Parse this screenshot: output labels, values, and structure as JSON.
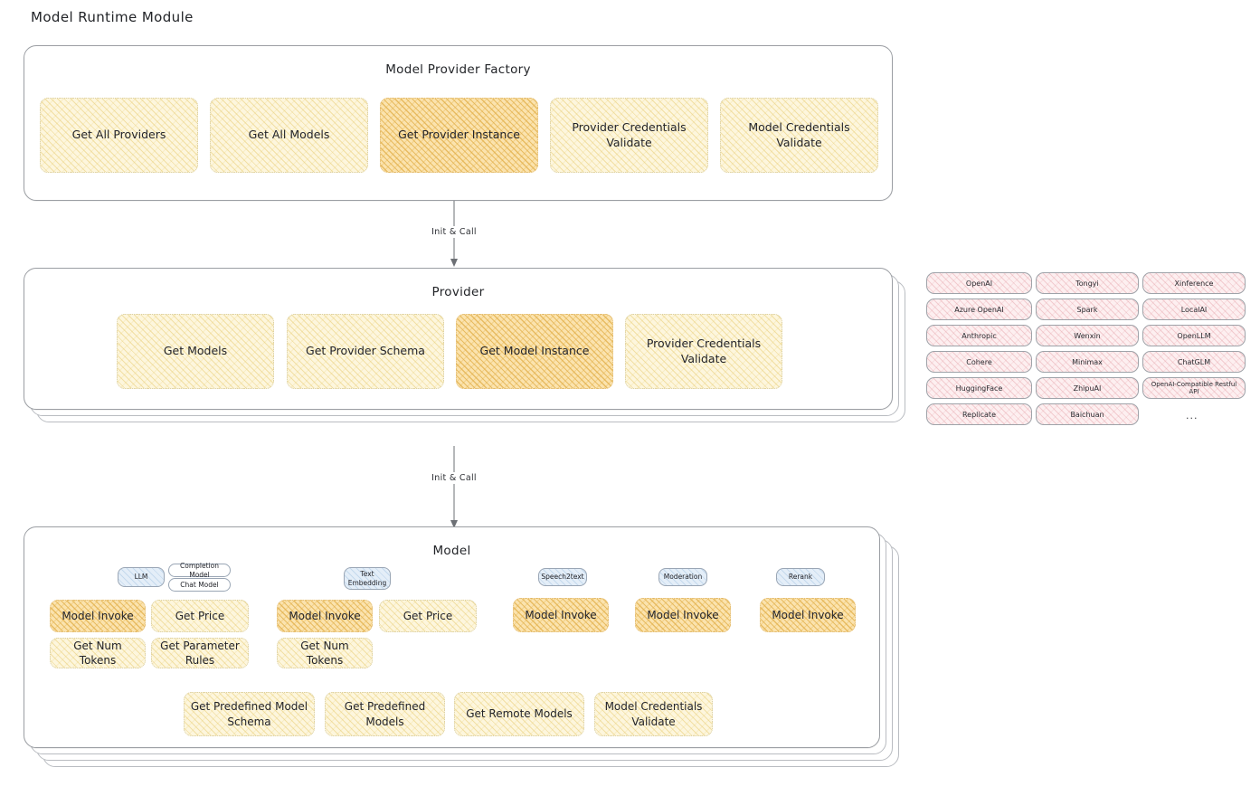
{
  "page": {
    "title": "Model Runtime Module"
  },
  "factory": {
    "title": "Model Provider Factory",
    "boxes": [
      {
        "label": "Get All Providers",
        "highlight": false
      },
      {
        "label": "Get All Models",
        "highlight": false
      },
      {
        "label": "Get Provider Instance",
        "highlight": true
      },
      {
        "label": "Provider Credentials Validate",
        "highlight": false
      },
      {
        "label": "Model Credentials Validate",
        "highlight": false
      }
    ]
  },
  "arrow1": {
    "label": "Init & Call"
  },
  "provider": {
    "title": "Provider",
    "boxes": [
      {
        "label": "Get Models",
        "highlight": false
      },
      {
        "label": "Get Provider Schema",
        "highlight": false
      },
      {
        "label": "Get Model Instance",
        "highlight": true
      },
      {
        "label": "Provider Credentials Validate",
        "highlight": false
      }
    ]
  },
  "arrow2": {
    "label": "Init & Call"
  },
  "provider_list": {
    "ellipsis": "...",
    "columns": [
      [
        "OpenAI",
        "Azure OpenAI",
        "Anthropic",
        "Cohere",
        "HuggingFace",
        "Replicate"
      ],
      [
        "Tongyi",
        "Spark",
        "Wenxin",
        "Minimax",
        "ZhipuAI",
        "Baichuan"
      ],
      [
        "Xinference",
        "LocalAI",
        "OpenLLM",
        "ChatGLM",
        "OpenAI-Compatible Restful API"
      ]
    ]
  },
  "model": {
    "title": "Model",
    "ellipsis": "...",
    "types": [
      {
        "name": "LLM",
        "sub": [
          "Completion Model",
          "Chat Model"
        ]
      },
      {
        "name": "Text Embedding",
        "sub": []
      },
      {
        "name": "Speech2text",
        "sub": []
      },
      {
        "name": "Moderation",
        "sub": []
      },
      {
        "name": "Rerank",
        "sub": []
      }
    ],
    "llm_methods": [
      {
        "label": "Model Invoke",
        "highlight": true
      },
      {
        "label": "Get Price",
        "highlight": false
      },
      {
        "label": "Get Num Tokens",
        "highlight": false
      },
      {
        "label": "Get Parameter Rules",
        "highlight": false
      }
    ],
    "embedding_methods": [
      {
        "label": "Model Invoke",
        "highlight": true
      },
      {
        "label": "Get Price",
        "highlight": false
      },
      {
        "label": "Get Num Tokens",
        "highlight": false
      }
    ],
    "speech2text_methods": [
      {
        "label": "Model Invoke",
        "highlight": true
      }
    ],
    "moderation_methods": [
      {
        "label": "Model Invoke",
        "highlight": true
      }
    ],
    "rerank_methods": [
      {
        "label": "Model Invoke",
        "highlight": true
      }
    ],
    "common_methods": [
      {
        "label": "Get Predefined Model Schema",
        "highlight": false
      },
      {
        "label": "Get Predefined Models",
        "highlight": false
      },
      {
        "label": "Get Remote Models",
        "highlight": false
      },
      {
        "label": "Model Credentials Validate",
        "highlight": false
      }
    ]
  }
}
